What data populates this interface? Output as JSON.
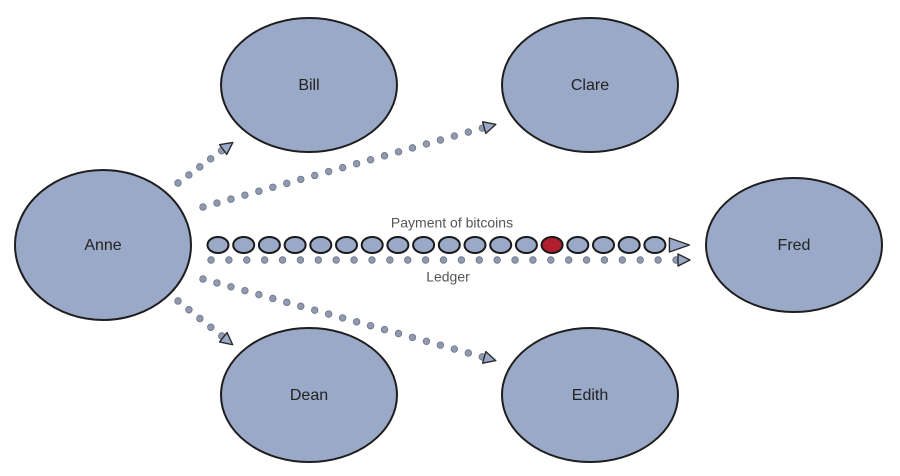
{
  "diagram": {
    "title": "Bitcoin payment network",
    "colors": {
      "node_fill": "#9aa9c8",
      "node_stroke": "#1e1e1e",
      "dot_fill": "#8f9ab0",
      "coin_highlight": "#b01e30",
      "label_text": "#555555"
    },
    "nodes": [
      {
        "id": "anne",
        "label": "Anne"
      },
      {
        "id": "bill",
        "label": "Bill"
      },
      {
        "id": "clare",
        "label": "Clare"
      },
      {
        "id": "dean",
        "label": "Dean"
      },
      {
        "id": "edith",
        "label": "Edith"
      },
      {
        "id": "fred",
        "label": "Fred"
      }
    ],
    "edges": [
      {
        "from": "anne",
        "to": "bill",
        "style": "dotted-arrow"
      },
      {
        "from": "anne",
        "to": "clare",
        "style": "dotted-arrow"
      },
      {
        "from": "anne",
        "to": "dean",
        "style": "dotted-arrow"
      },
      {
        "from": "anne",
        "to": "edith",
        "style": "dotted-arrow"
      },
      {
        "from": "anne",
        "to": "fred",
        "style": "dotted-arrow",
        "label": "Ledger"
      },
      {
        "from": "anne",
        "to": "fred",
        "style": "coin-chain",
        "label": "Payment of bitcoins"
      }
    ],
    "payment": {
      "label": "Payment of bitcoins",
      "coin_count": 18,
      "highlighted_coin_index": 13
    },
    "ledger": {
      "label": "Ledger"
    }
  }
}
